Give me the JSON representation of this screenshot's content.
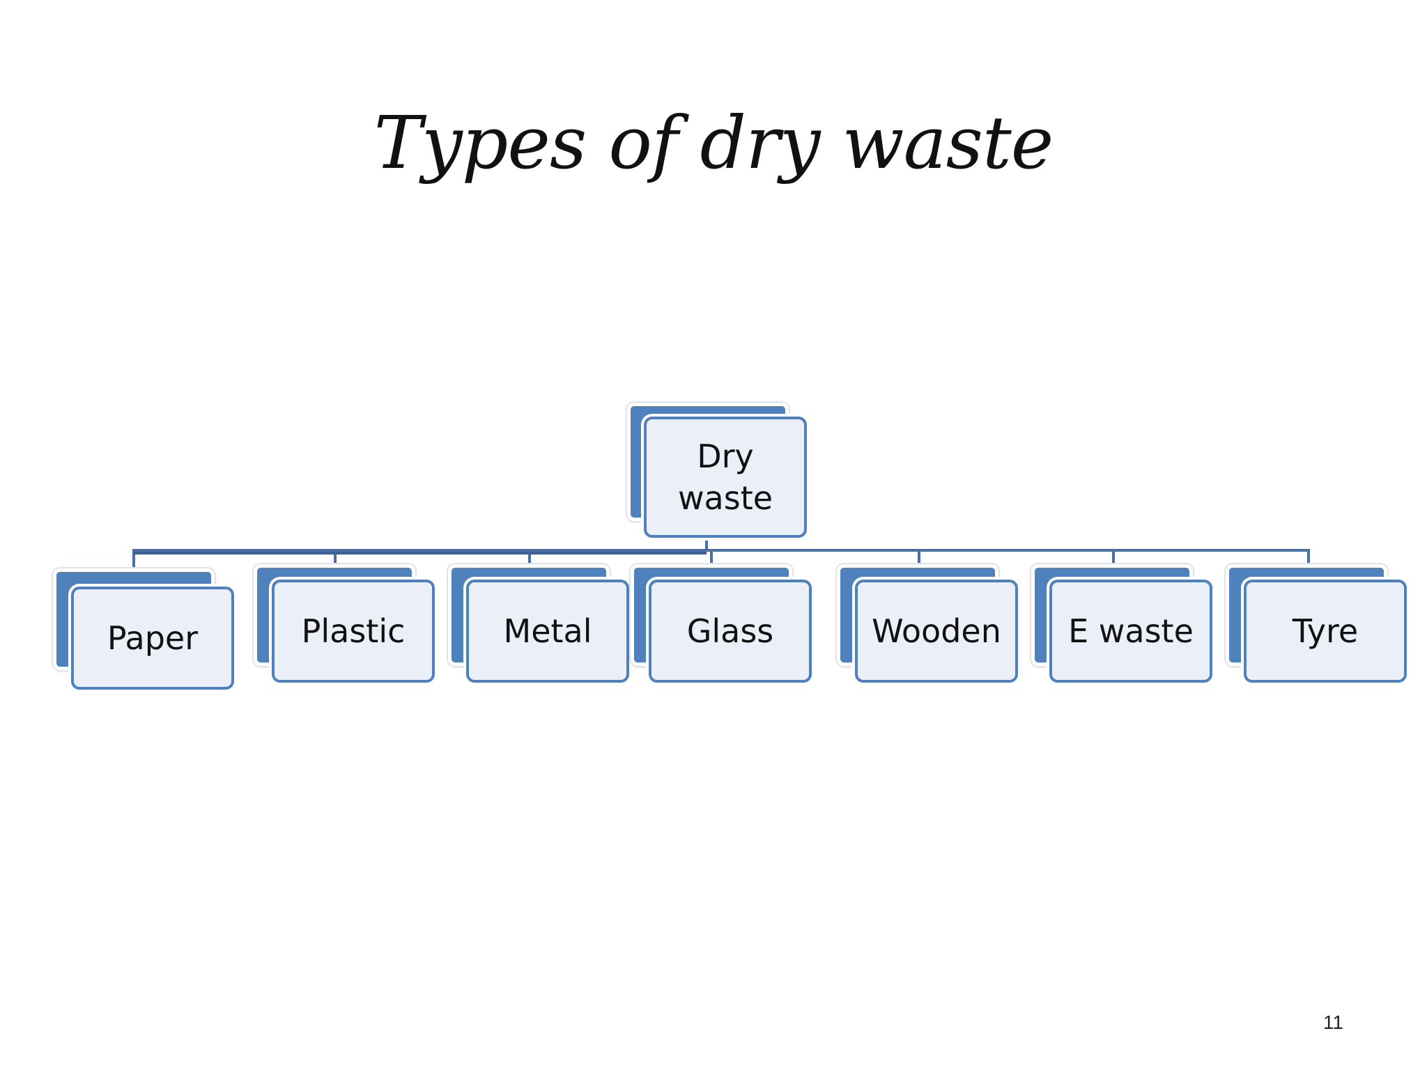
{
  "slide": {
    "title": "Types of dry waste",
    "page_number": "11"
  },
  "diagram": {
    "root": {
      "label": "Dry waste"
    },
    "children": [
      {
        "label": "Paper"
      },
      {
        "label": "Plastic"
      },
      {
        "label": "Metal"
      },
      {
        "label": "Glass"
      },
      {
        "label": "Wooden"
      },
      {
        "label": "E waste"
      },
      {
        "label": "Tyre"
      }
    ]
  },
  "colors": {
    "node_fill": "#4f81bd",
    "node_front_fill": "#ebf0f8",
    "connector": "#4a6fa5",
    "text": "#111111"
  }
}
